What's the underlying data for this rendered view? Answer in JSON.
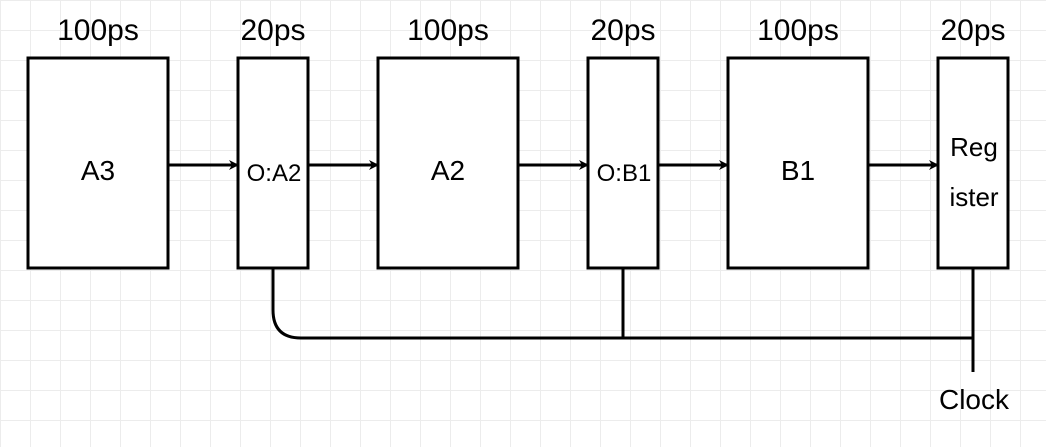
{
  "blocks": [
    {
      "id": "a3",
      "label": "A3",
      "delay": "100ps"
    },
    {
      "id": "o-a2",
      "label": "O:A2",
      "delay": "20ps"
    },
    {
      "id": "a2",
      "label": "A2",
      "delay": "100ps"
    },
    {
      "id": "o-b1",
      "label": "O:B1",
      "delay": "20ps"
    },
    {
      "id": "b1",
      "label": "B1",
      "delay": "100ps"
    },
    {
      "id": "register",
      "label_lines": [
        "Reg",
        "ister"
      ],
      "delay": "20ps"
    }
  ],
  "clock_label": "Clock"
}
